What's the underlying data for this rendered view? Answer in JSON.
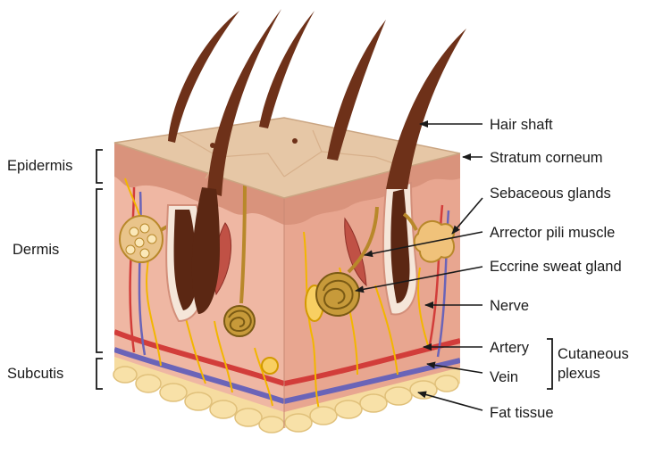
{
  "layers": {
    "epidermis": "Epidermis",
    "dermis": "Dermis",
    "subcutis": "Subcutis"
  },
  "structures": {
    "hair_shaft": "Hair shaft",
    "stratum_corneum": "Stratum corneum",
    "sebaceous_glands": "Sebaceous glands",
    "arrector_pili_muscle": "Arrector pili muscle",
    "eccrine_sweat_gland": "Eccrine sweat gland",
    "nerve": "Nerve",
    "artery": "Artery",
    "vein": "Vein",
    "fat_tissue": "Fat tissue"
  },
  "plexus": {
    "line1": "Cutaneous",
    "line2": "plexus"
  },
  "colors": {
    "surface": "#e6c7a6",
    "epidermis": "#d89a84",
    "dermis": "#efb7a3",
    "dermis_side": "#e39d87",
    "fat": "#f6dca0",
    "hair": "#6e3119",
    "nerve": "#f2b600",
    "artery": "#d23d3a",
    "vein": "#6a64b8",
    "gland": "#b8882a",
    "muscle": "#c05145"
  }
}
